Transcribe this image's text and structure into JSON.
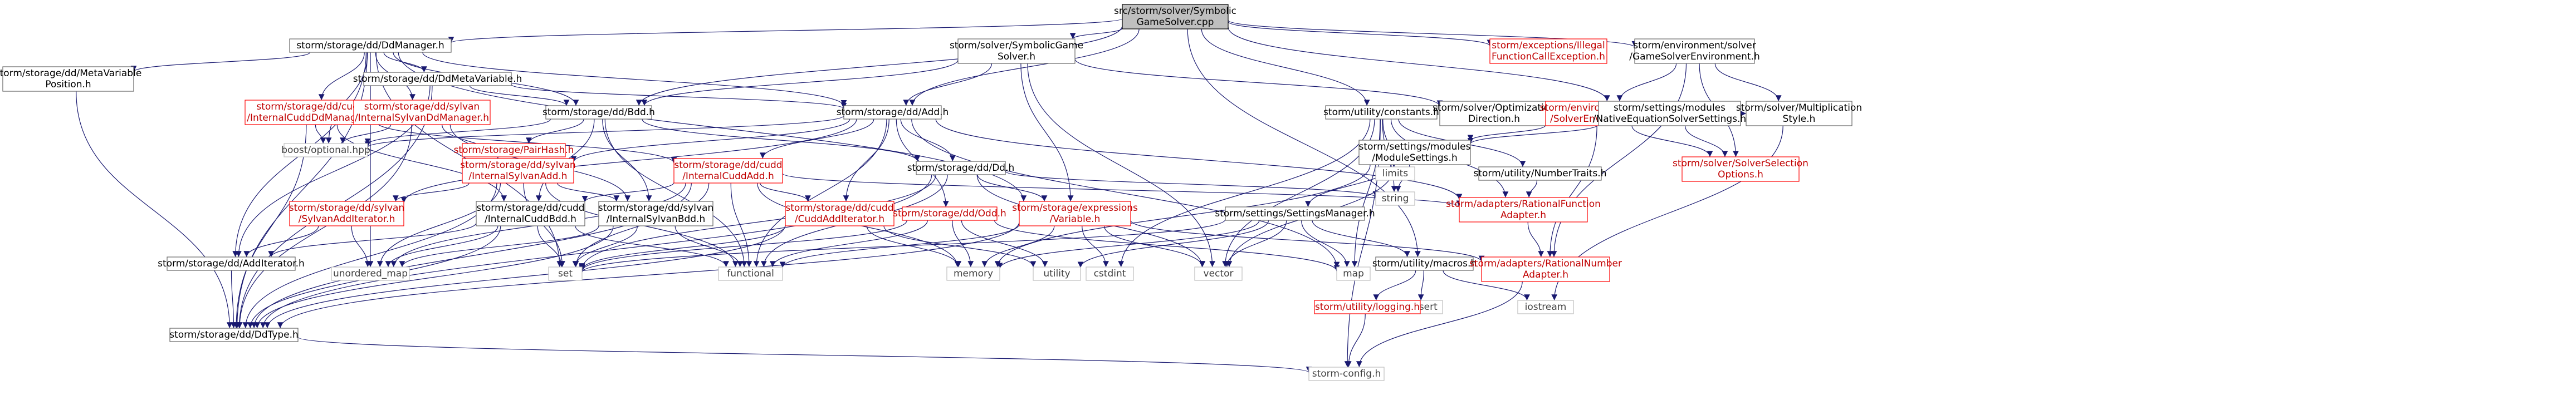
{
  "colors": {
    "edge": "#191970",
    "documented_text": "#000000",
    "undocumented_text": "#c00000",
    "external_text": "#404040",
    "box_documented": "#666666",
    "box_undocumented": "#ff0000",
    "box_external": "#bfbfbf",
    "root_fill": "#bfbfbf",
    "root_border": "#000000"
  },
  "nodes": [
    {
      "id": "root",
      "lines": [
        "src/storm/solver/Symbolic",
        "GameSolver.cpp"
      ],
      "kind": "root"
    },
    {
      "id": "ddmanager",
      "lines": [
        "storm/storage/dd/DdManager.h"
      ],
      "kind": "doc"
    },
    {
      "id": "symgamesolver_h",
      "lines": [
        "storm/solver/SymbolicGame",
        "Solver.h"
      ],
      "kind": "doc"
    },
    {
      "id": "illegalfunc",
      "lines": [
        "storm/exceptions/Illegal",
        "FunctionCallException.h"
      ],
      "kind": "undoc"
    },
    {
      "id": "gamesolverenv",
      "lines": [
        "storm/environment/solver",
        "/GameSolverEnvironment.h"
      ],
      "kind": "doc"
    },
    {
      "id": "ddmetavarpos",
      "lines": [
        "storm/storage/dd/MetaVariable",
        "Position.h"
      ],
      "kind": "doc"
    },
    {
      "id": "ddmetavar",
      "lines": [
        "storm/storage/dd/DdMetaVariable.h"
      ],
      "kind": "doc"
    },
    {
      "id": "internalcuddmgr",
      "lines": [
        "storm/storage/dd/cudd",
        "/InternalCuddDdManager.h"
      ],
      "kind": "undoc"
    },
    {
      "id": "internalsylvanmgr",
      "lines": [
        "storm/storage/dd/sylvan",
        "/InternalSylvanDdManager.h"
      ],
      "kind": "undoc"
    },
    {
      "id": "bdd",
      "lines": [
        "storm/storage/dd/Bdd.h"
      ],
      "kind": "doc"
    },
    {
      "id": "add",
      "lines": [
        "storm/storage/dd/Add.h"
      ],
      "kind": "doc"
    },
    {
      "id": "constants",
      "lines": [
        "storm/utility/constants.h"
      ],
      "kind": "doc"
    },
    {
      "id": "optdir",
      "lines": [
        "storm/solver/Optimization",
        "Direction.h"
      ],
      "kind": "doc"
    },
    {
      "id": "solverenv",
      "lines": [
        "storm/environment/solver",
        "/SolverEnvironment.h"
      ],
      "kind": "undoc"
    },
    {
      "id": "nativeeq",
      "lines": [
        "storm/settings/modules",
        "/NativeEquationSolverSettings.h"
      ],
      "kind": "doc"
    },
    {
      "id": "multistyle",
      "lines": [
        "storm/solver/Multiplication",
        "Style.h"
      ],
      "kind": "doc"
    },
    {
      "id": "solversel",
      "lines": [
        "storm/solver/SolverSelection",
        "Options.h"
      ],
      "kind": "undoc"
    },
    {
      "id": "boostopt",
      "lines": [
        "boost/optional.hpp"
      ],
      "kind": "ext"
    },
    {
      "id": "parhash",
      "lines": [
        "storm/storage/PairHash.h"
      ],
      "kind": "undoc"
    },
    {
      "id": "internalsylvanadd",
      "lines": [
        "storm/storage/dd/sylvan",
        "/InternalSylvanAdd.h"
      ],
      "kind": "undoc"
    },
    {
      "id": "internalcuddadd",
      "lines": [
        "storm/storage/dd/cudd",
        "/InternalCuddAdd.h"
      ],
      "kind": "undoc"
    },
    {
      "id": "dd",
      "lines": [
        "storm/storage/dd/Dd.h"
      ],
      "kind": "doc"
    },
    {
      "id": "limits",
      "lines": [
        "limits"
      ],
      "kind": "ext"
    },
    {
      "id": "numbertraits",
      "lines": [
        "storm/utility/NumberTraits.h"
      ],
      "kind": "doc"
    },
    {
      "id": "modulesettings",
      "lines": [
        "storm/settings/modules",
        "/ModuleSettings.h"
      ],
      "kind": "doc"
    },
    {
      "id": "string",
      "lines": [
        "string"
      ],
      "kind": "ext"
    },
    {
      "id": "ratfunc",
      "lines": [
        "storm/adapters/RationalFunction",
        "Adapter.h"
      ],
      "kind": "undoc"
    },
    {
      "id": "sylvanaddit",
      "lines": [
        "storm/storage/dd/sylvan",
        "/SylvanAddIterator.h"
      ],
      "kind": "undoc"
    },
    {
      "id": "internalcuddbdd",
      "lines": [
        "storm/storage/dd/cudd",
        "/InternalCuddBdd.h"
      ],
      "kind": "doc"
    },
    {
      "id": "internalsylvanbdd",
      "lines": [
        "storm/storage/dd/sylvan",
        "/InternalSylvanBdd.h"
      ],
      "kind": "doc"
    },
    {
      "id": "cuddaddit",
      "lines": [
        "storm/storage/dd/cudd",
        "/CuddAddIterator.h"
      ],
      "kind": "undoc"
    },
    {
      "id": "odd",
      "lines": [
        "storm/storage/dd/Odd.h"
      ],
      "kind": "undoc"
    },
    {
      "id": "expvar",
      "lines": [
        "storm/storage/expressions",
        "/Variable.h"
      ],
      "kind": "undoc"
    },
    {
      "id": "settingsmgr",
      "lines": [
        "storm/settings/SettingsManager.h"
      ],
      "kind": "doc"
    },
    {
      "id": "macros",
      "lines": [
        "storm/utility/macros.h"
      ],
      "kind": "doc"
    },
    {
      "id": "ratnum",
      "lines": [
        "storm/adapters/RationalNumber",
        "Adapter.h"
      ],
      "kind": "undoc"
    },
    {
      "id": "additerator",
      "lines": [
        "storm/storage/dd/AddIterator.h"
      ],
      "kind": "doc"
    },
    {
      "id": "unordered_map",
      "lines": [
        "unordered_map"
      ],
      "kind": "ext"
    },
    {
      "id": "set",
      "lines": [
        "set"
      ],
      "kind": "ext"
    },
    {
      "id": "functional",
      "lines": [
        "functional"
      ],
      "kind": "ext"
    },
    {
      "id": "memory",
      "lines": [
        "memory"
      ],
      "kind": "ext"
    },
    {
      "id": "utility",
      "lines": [
        "utility"
      ],
      "kind": "ext"
    },
    {
      "id": "cstdint",
      "lines": [
        "cstdint"
      ],
      "kind": "ext"
    },
    {
      "id": "vector",
      "lines": [
        "vector"
      ],
      "kind": "ext"
    },
    {
      "id": "map",
      "lines": [
        "map"
      ],
      "kind": "ext"
    },
    {
      "id": "iostream",
      "lines": [
        "iostream"
      ],
      "kind": "ext"
    },
    {
      "id": "cassert",
      "lines": [
        "cassert"
      ],
      "kind": "ext"
    },
    {
      "id": "logging",
      "lines": [
        "storm/utility/logging.h"
      ],
      "kind": "undoc"
    },
    {
      "id": "ddtype",
      "lines": [
        "storm/storage/dd/DdType.h"
      ],
      "kind": "doc"
    },
    {
      "id": "stormconfig",
      "lines": [
        "storm-config.h"
      ],
      "kind": "ext"
    }
  ],
  "edges": [
    [
      "root",
      "ddmanager"
    ],
    [
      "root",
      "symgamesolver_h"
    ],
    [
      "root",
      "illegalfunc"
    ],
    [
      "root",
      "gamesolverenv"
    ],
    [
      "root",
      "bdd"
    ],
    [
      "root",
      "add"
    ],
    [
      "root",
      "constants"
    ],
    [
      "root",
      "nativeeq"
    ],
    [
      "root",
      "macros"
    ],
    [
      "ddmanager",
      "ddmetavarpos"
    ],
    [
      "ddmanager",
      "ddmetavar"
    ],
    [
      "ddmanager",
      "internalcuddmgr"
    ],
    [
      "ddmanager",
      "internalsylvanmgr"
    ],
    [
      "ddmanager",
      "bdd"
    ],
    [
      "ddmanager",
      "add"
    ],
    [
      "ddmanager",
      "boostopt"
    ],
    [
      "ddmanager",
      "set"
    ],
    [
      "ddmanager",
      "unordered_map"
    ],
    [
      "ddmanager",
      "ddtype"
    ],
    [
      "ddmanager",
      "additerator"
    ],
    [
      "ddmanager",
      "expvar"
    ],
    [
      "symgamesolver_h",
      "bdd"
    ],
    [
      "symgamesolver_h",
      "add"
    ],
    [
      "symgamesolver_h",
      "optdir"
    ],
    [
      "symgamesolver_h",
      "expvar"
    ],
    [
      "symgamesolver_h",
      "vector"
    ],
    [
      "gamesolverenv",
      "solverenv"
    ],
    [
      "gamesolverenv",
      "multistyle"
    ],
    [
      "gamesolverenv",
      "solversel"
    ],
    [
      "gamesolverenv",
      "ratnum"
    ],
    [
      "nativeeq",
      "modulesettings"
    ],
    [
      "nativeeq",
      "multistyle"
    ],
    [
      "nativeeq",
      "solversel"
    ],
    [
      "ddmetavarpos",
      "ddtype"
    ],
    [
      "ddmetavar",
      "bdd"
    ],
    [
      "ddmetavar",
      "add"
    ],
    [
      "ddmetavar",
      "additerator"
    ],
    [
      "ddmetavar",
      "ddtype"
    ],
    [
      "internalcuddmgr",
      "boostopt"
    ],
    [
      "internalcuddmgr",
      "internalcuddadd"
    ],
    [
      "internalcuddmgr",
      "internalcuddbdd"
    ],
    [
      "internalcuddmgr",
      "ddtype"
    ],
    [
      "internalsylvanmgr",
      "boostopt"
    ],
    [
      "internalsylvanmgr",
      "internalsylvanadd"
    ],
    [
      "internalsylvanmgr",
      "internalsylvanbdd"
    ],
    [
      "internalsylvanmgr",
      "ddtype"
    ],
    [
      "bdd",
      "parhash"
    ],
    [
      "bdd",
      "dd"
    ],
    [
      "bdd",
      "internalcuddbdd"
    ],
    [
      "bdd",
      "internalsylvanbdd"
    ],
    [
      "bdd",
      "functional"
    ],
    [
      "bdd",
      "boostopt"
    ],
    [
      "add",
      "internalcuddadd"
    ],
    [
      "add",
      "internalsylvanadd"
    ],
    [
      "add",
      "dd"
    ],
    [
      "add",
      "boostopt"
    ],
    [
      "add",
      "map"
    ],
    [
      "add",
      "odd"
    ],
    [
      "add",
      "cuddaddit"
    ],
    [
      "add",
      "sylvanaddit"
    ],
    [
      "add",
      "functional"
    ],
    [
      "add",
      "ratfunc"
    ],
    [
      "constants",
      "limits"
    ],
    [
      "constants",
      "numbertraits"
    ],
    [
      "constants",
      "string"
    ],
    [
      "constants",
      "vector"
    ],
    [
      "constants",
      "map"
    ],
    [
      "constants",
      "stormconfig"
    ],
    [
      "constants",
      "ratfunc"
    ],
    [
      "constants",
      "cstdint"
    ],
    [
      "solverenv",
      "modulesettings"
    ],
    [
      "solverenv",
      "solversel"
    ],
    [
      "solverenv",
      "ratnum"
    ],
    [
      "multistyle",
      "iostream"
    ],
    [
      "internalsylvanadd",
      "set"
    ],
    [
      "internalsylvanadd",
      "unordered_map"
    ],
    [
      "internalsylvanadd",
      "sylvanaddit"
    ],
    [
      "internalsylvanadd",
      "internalsylvanbdd"
    ],
    [
      "internalsylvanadd",
      "functional"
    ],
    [
      "internalsylvanadd",
      "ddtype"
    ],
    [
      "internalcuddadd",
      "set"
    ],
    [
      "internalcuddadd",
      "unordered_map"
    ],
    [
      "internalcuddadd",
      "cuddaddit"
    ],
    [
      "internalcuddadd",
      "internalcuddbdd"
    ],
    [
      "internalcuddadd",
      "functional"
    ],
    [
      "internalcuddadd",
      "memory"
    ],
    [
      "internalcuddadd",
      "ratfunc"
    ],
    [
      "internalcuddadd",
      "ddtype"
    ],
    [
      "dd",
      "set"
    ],
    [
      "dd",
      "functional"
    ],
    [
      "dd",
      "expvar"
    ],
    [
      "dd",
      "ddtype"
    ],
    [
      "dd",
      "string"
    ],
    [
      "dd",
      "vector"
    ],
    [
      "numbertraits",
      "ratfunc"
    ],
    [
      "modulesettings",
      "settingsmgr"
    ],
    [
      "modulesettings",
      "string"
    ],
    [
      "modulesettings",
      "vector"
    ],
    [
      "modulesettings",
      "memory"
    ],
    [
      "ratfunc",
      "ratnum"
    ],
    [
      "sylvanaddit",
      "additerator"
    ],
    [
      "sylvanaddit",
      "unordered_map"
    ],
    [
      "internalcuddbdd",
      "set"
    ],
    [
      "internalcuddbdd",
      "unordered_map"
    ],
    [
      "internalcuddbdd",
      "functional"
    ],
    [
      "internalcuddbdd",
      "ddtype"
    ],
    [
      "internalcuddbdd",
      "additerator"
    ],
    [
      "internalsylvanbdd",
      "set"
    ],
    [
      "internalsylvanbdd",
      "unordered_map"
    ],
    [
      "internalsylvanbdd",
      "functional"
    ],
    [
      "internalsylvanbdd",
      "ddtype"
    ],
    [
      "cuddaddit",
      "memory"
    ],
    [
      "cuddaddit",
      "utility"
    ],
    [
      "cuddaddit",
      "set"
    ],
    [
      "cuddaddit",
      "ddtype"
    ],
    [
      "odd",
      "memory"
    ],
    [
      "odd",
      "utility"
    ],
    [
      "odd",
      "map"
    ],
    [
      "odd",
      "set"
    ],
    [
      "odd",
      "functional"
    ],
    [
      "expvar",
      "memory"
    ],
    [
      "expvar",
      "cstdint"
    ],
    [
      "expvar",
      "ddtype"
    ],
    [
      "expvar",
      "functional"
    ],
    [
      "expvar",
      "vector"
    ],
    [
      "expvar",
      "ratnum"
    ],
    [
      "settingsmgr",
      "memory"
    ],
    [
      "settingsmgr",
      "utility"
    ],
    [
      "settingsmgr",
      "vector"
    ],
    [
      "settingsmgr",
      "macros"
    ],
    [
      "settingsmgr",
      "set"
    ],
    [
      "settingsmgr",
      "map"
    ],
    [
      "macros",
      "cassert"
    ],
    [
      "macros",
      "iostream"
    ],
    [
      "macros",
      "logging"
    ],
    [
      "ratnum",
      "stormconfig"
    ],
    [
      "additerator",
      "ddtype"
    ],
    [
      "logging",
      "stormconfig"
    ],
    [
      "ddtype",
      "stormconfig"
    ]
  ]
}
